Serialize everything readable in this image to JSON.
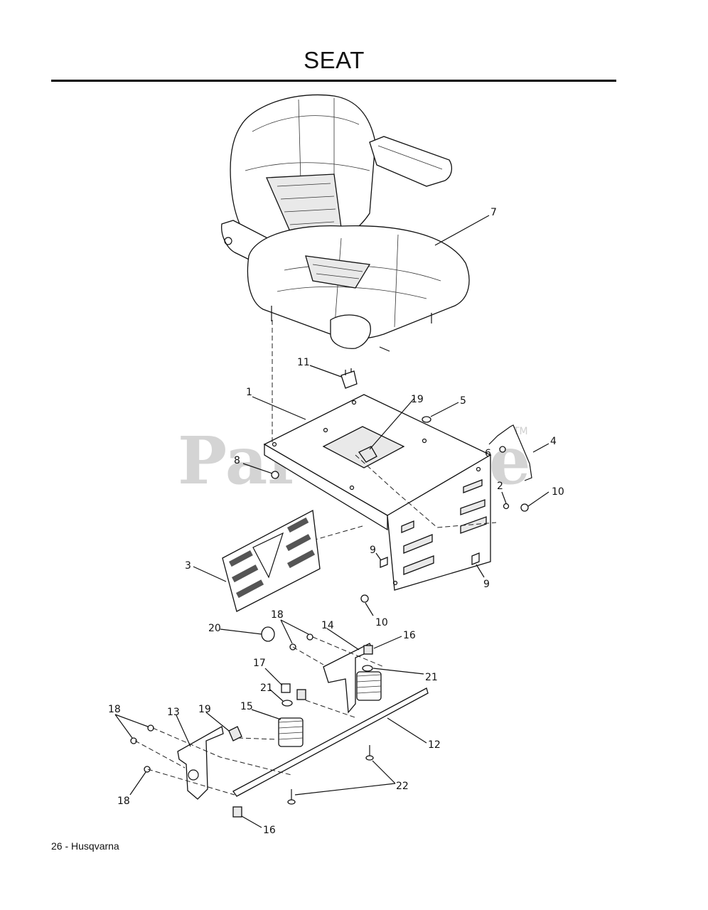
{
  "page": {
    "title": "SEAT",
    "footer": "26 - Husqvarna"
  },
  "watermark": {
    "text": "PartsTree",
    "tm": "TM"
  },
  "callouts": [
    "1",
    "2",
    "3",
    "4",
    "5",
    "6",
    "7",
    "8",
    "9",
    "9",
    "10",
    "10",
    "11",
    "12",
    "13",
    "14",
    "15",
    "16",
    "16",
    "17",
    "18",
    "18",
    "18",
    "19",
    "19",
    "20",
    "21",
    "21",
    "22"
  ]
}
